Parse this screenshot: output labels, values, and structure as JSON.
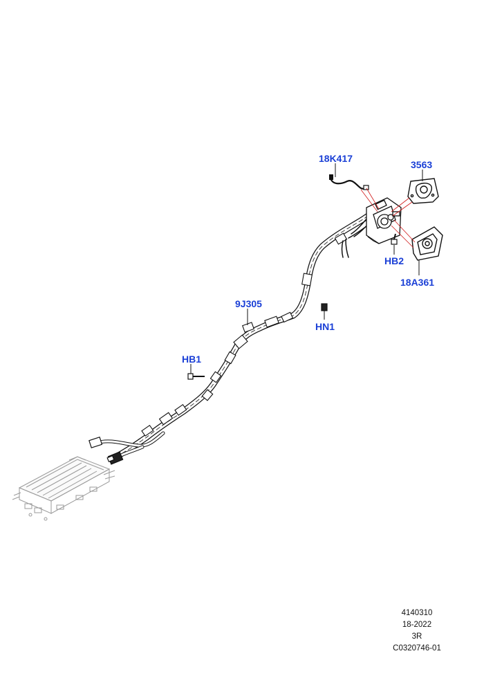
{
  "callouts": {
    "c1": "18K417",
    "c2": "3563",
    "c3": "HB2",
    "c4": "18A361",
    "c5": "9J305",
    "c6": "HN1",
    "c7": "HB1"
  },
  "reference": {
    "line1": "4140310",
    "line2": "18-2022",
    "line3": "3R",
    "line4": "C0320746-01"
  },
  "colors": {
    "callout": "#1a3fd6",
    "linework": "#111111",
    "leader": "#d01818"
  }
}
